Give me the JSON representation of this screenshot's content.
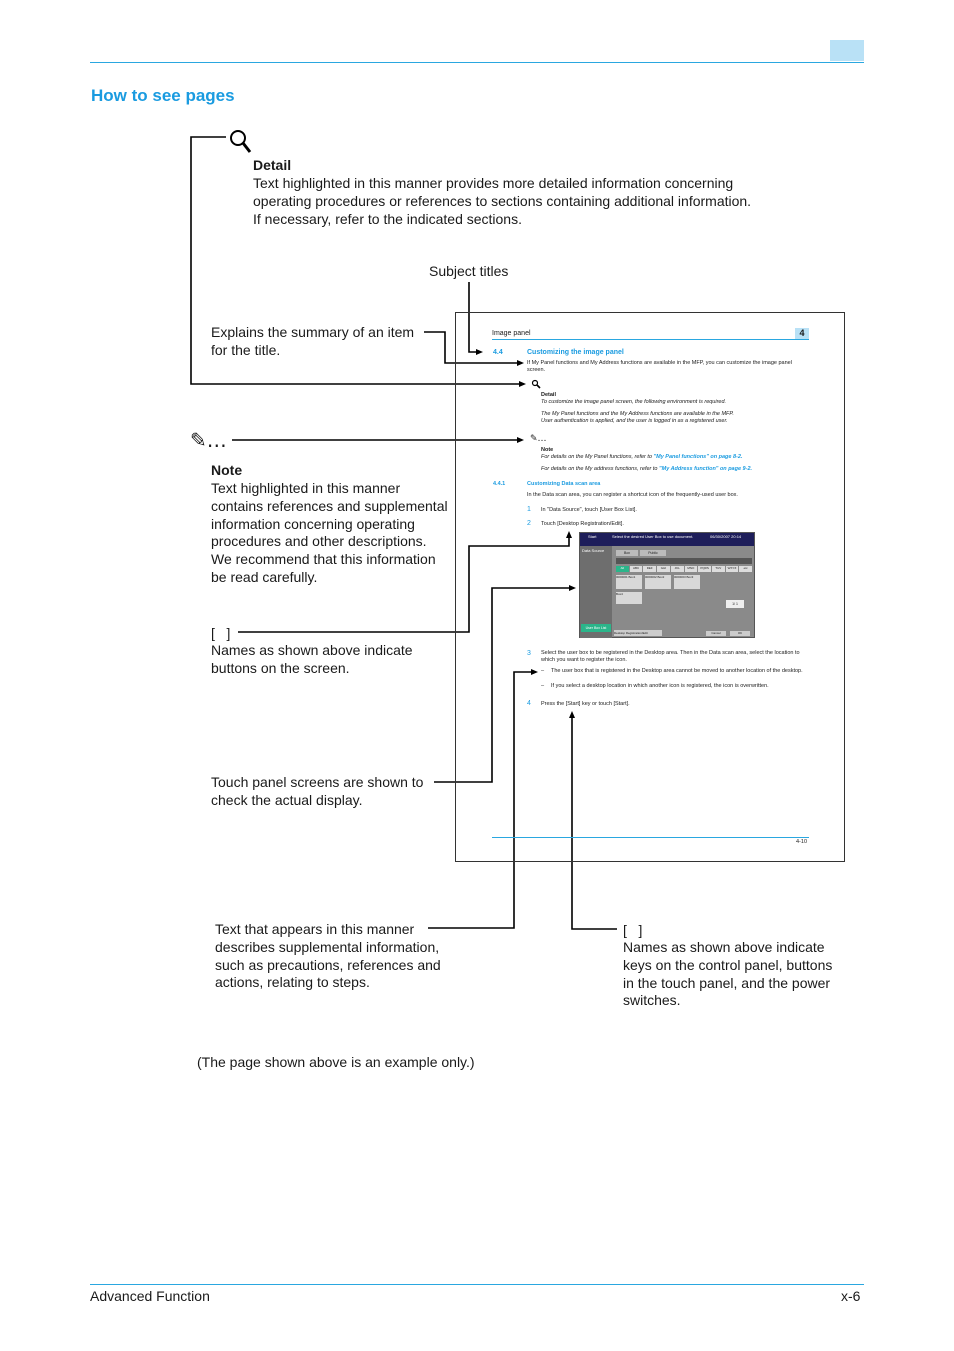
{
  "header": {
    "title": "How to see pages"
  },
  "callouts": {
    "detail": {
      "heading": "Detail",
      "lines": [
        "Text highlighted in this manner provides more detailed information concerning",
        "operating procedures or references to sections containing additional information.",
        "If necessary, refer to the indicated sections."
      ]
    },
    "subject_titles": "Subject titles",
    "summary": [
      "Explains the summary of an item",
      "for  the title."
    ],
    "note": {
      "icon": "✎…",
      "heading": "Note",
      "lines": [
        "Text highlighted in this manner",
        "contains references and supplemental",
        "information concerning operating",
        "procedures and other descriptions.",
        "We recommend that this information",
        "be read carefully."
      ]
    },
    "brackets_screen": {
      "symbol": "[   ]",
      "lines": [
        "Names as shown above indicate",
        "buttons on the screen."
      ]
    },
    "touch_panel": [
      "Touch panel screens are shown to",
      "check the actual display."
    ],
    "supplemental": [
      "Text that appears in this manner",
      "describes supplemental information,",
      "such as precautions, references and",
      "actions, relating to steps."
    ],
    "brackets_keys": {
      "symbol": "[   ]",
      "lines": [
        "Names as shown above indicate",
        "keys on the control panel, buttons",
        "in the touch panel, and the power",
        "switches."
      ]
    },
    "example_note": "(The page shown above is an example only.)"
  },
  "sample_page": {
    "header": "Image panel",
    "chapter": "4",
    "section_num": "4.4",
    "section_title": "Customizing the image panel",
    "intro": "If My Panel functions and My Address functions are available in the MFP, you can customize the image panel screen.",
    "detail_heading": "Detail",
    "detail_lines": [
      "To customize the image panel screen, the following environment is required.",
      "The My Panel functions and the My Address functions are available in the MFP.",
      "User authentication is applied, and the user is logged in as a registered user."
    ],
    "note_icon": "✎…",
    "note_heading": "Note",
    "note_line1_pre": "For details on the My Panel functions, refer to ",
    "note_line1_link": "\"My Panel functions\" on page 8-2.",
    "note_line2_pre": "For details on the My address functions, refer to ",
    "note_line2_link": "\"My Address function\" on page 9-2.",
    "subsection_num": "4.4.1",
    "subsection_title": "Customizing Data scan area",
    "sub_intro": "In the Data scan area, you can register a shortcut icon of the frequently-used user box.",
    "steps": [
      {
        "num": "1",
        "text": "In \"Data Source\", touch [User Box List]."
      },
      {
        "num": "2",
        "text": "Touch [Desktop Registration/Edit]."
      },
      {
        "num": "3",
        "text": "Select the user box to be registered in the Desktop area. Then in the Data scan area, select the location to which you want to register the icon."
      },
      {
        "num": "4",
        "text": "Press the [Start] key or touch [Start]."
      }
    ],
    "bullets": [
      "The user box that is registered in the Desktop area cannot be moved to another location of the desktop.",
      "If you select a desktop location in which another icon is registered, the icon is overwritten."
    ],
    "page_number": "4-10",
    "screen": {
      "top_title": "Select the desired User Box to use document.",
      "top_left": "Start",
      "top_right": "06/30/2007 20:14",
      "side_label": "Data Source",
      "tabs": [
        "Box",
        "Public"
      ],
      "index_keys": [
        "All",
        "ABC",
        "DEF",
        "GHI",
        "JKL",
        "MNO",
        "PQRS",
        "TUV",
        "WXYZ",
        "etc"
      ],
      "boxes": [
        "0000001 Box1",
        "0000002 Box2",
        "0000003 Box3",
        "Box4"
      ],
      "page_indicator": "1/ 1",
      "footer_button": "Desktop Registration/Edit",
      "cancel": "Cancel",
      "ok": "OK",
      "side_bottom": "User Box List"
    }
  },
  "footer": {
    "left": "Advanced Function",
    "right": "x-6"
  },
  "colors": {
    "accent": "#1a9be0",
    "rule": "#2aa7e0",
    "tab": "#b9e1f6"
  }
}
